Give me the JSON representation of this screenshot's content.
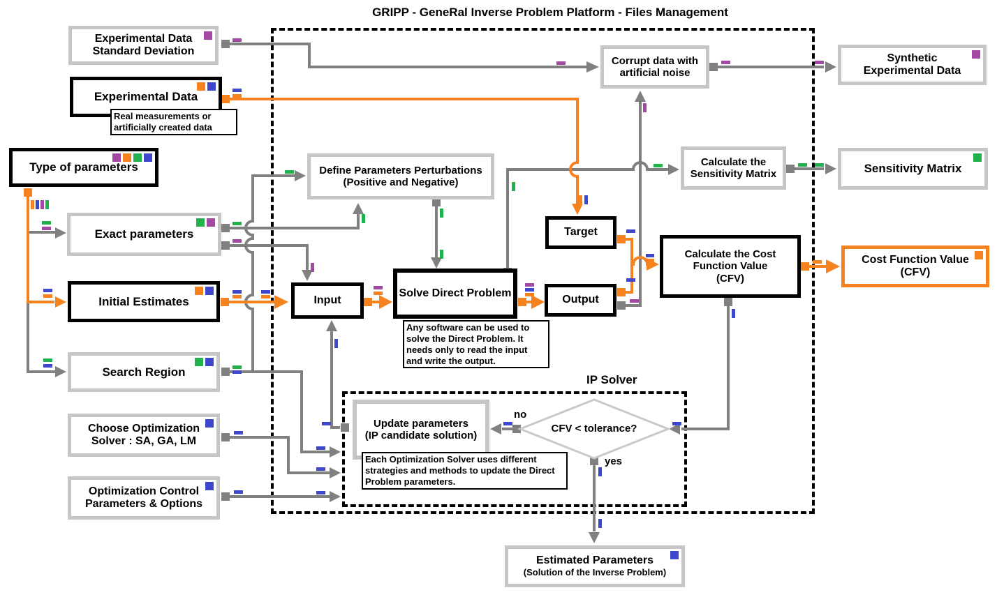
{
  "palette": {
    "purple": "#a349a4",
    "orange": "#f5821f",
    "green": "#22b14c",
    "blue": "#3f48cc",
    "gray": "#808080",
    "light_gray_border": "#c6c6c6",
    "black": "#000000"
  },
  "title": "GRIPP -  GeneRal Inverse Problem Platform - Files Management",
  "labels": {
    "ip_solver": "IP Solver",
    "no": "no",
    "yes": "yes",
    "diamond": "CFV < tolerance?"
  },
  "boxes": {
    "exp_std": {
      "lines": [
        "Experimental Data",
        "Standard Deviation"
      ],
      "markers": [
        "purple"
      ]
    },
    "exp_data": {
      "lines": [
        "Experimental Data"
      ],
      "markers": [
        "orange",
        "blue"
      ]
    },
    "type_params": {
      "lines": [
        "Type of parameters"
      ],
      "markers": [
        "purple",
        "orange",
        "green",
        "blue"
      ]
    },
    "exact_params": {
      "lines": [
        "Exact parameters"
      ],
      "markers": [
        "green",
        "purple"
      ]
    },
    "init_est": {
      "lines": [
        "Initial Estimates"
      ],
      "markers": [
        "orange",
        "blue"
      ]
    },
    "search_region": {
      "lines": [
        "Search Region"
      ],
      "markers": [
        "green",
        "blue"
      ]
    },
    "choose_opt": {
      "lines": [
        "Choose Optimization",
        "Solver : SA, GA, LM"
      ],
      "markers": [
        "blue"
      ]
    },
    "opt_control": {
      "lines": [
        "Optimization Control",
        "Parameters & Options"
      ],
      "markers": [
        "blue"
      ]
    },
    "define_pert": {
      "lines": [
        "Define Parameters Perturbations",
        "(Positive and Negative)"
      ],
      "markers": []
    },
    "input": {
      "lines": [
        "Input"
      ],
      "markers": []
    },
    "solve_dp": {
      "lines": [
        "Solve Direct Problem"
      ],
      "markers": []
    },
    "target": {
      "lines": [
        "Target"
      ],
      "markers": []
    },
    "output": {
      "lines": [
        "Output"
      ],
      "markers": []
    },
    "corrupt": {
      "lines": [
        "Corrupt data with",
        "artificial noise"
      ],
      "markers": []
    },
    "calc_sens": {
      "lines": [
        "Calculate the",
        "Sensitivity Matrix"
      ],
      "markers": []
    },
    "calc_cfv": {
      "lines": [
        "Calculate the Cost",
        "Function Value",
        "(CFV)"
      ],
      "markers": []
    },
    "update_params": {
      "lines": [
        "Update parameters",
        "(IP candidate solution)"
      ],
      "markers": []
    },
    "synthetic": {
      "lines": [
        "Synthetic",
        "Experimental Data"
      ],
      "markers": [
        "purple"
      ]
    },
    "sens_matrix": {
      "lines": [
        "Sensitivity Matrix"
      ],
      "markers": [
        "green"
      ]
    },
    "cfv_file": {
      "lines": [
        "Cost Function Value",
        "(CFV)"
      ],
      "markers": [
        "orange"
      ]
    },
    "est_params": {
      "lines": [
        "Estimated Parameters",
        "(Solution of the Inverse Problem)"
      ],
      "markers": [
        "blue"
      ]
    }
  },
  "notes": {
    "real_data": "Real measurements or artificially created data",
    "any_software": "Any software can be used to solve the Direct Problem. It needs only to read the input and write the output.",
    "each_solver": "Each Optimization Solver uses different strategies and methods to update the Direct Problem parameters."
  }
}
